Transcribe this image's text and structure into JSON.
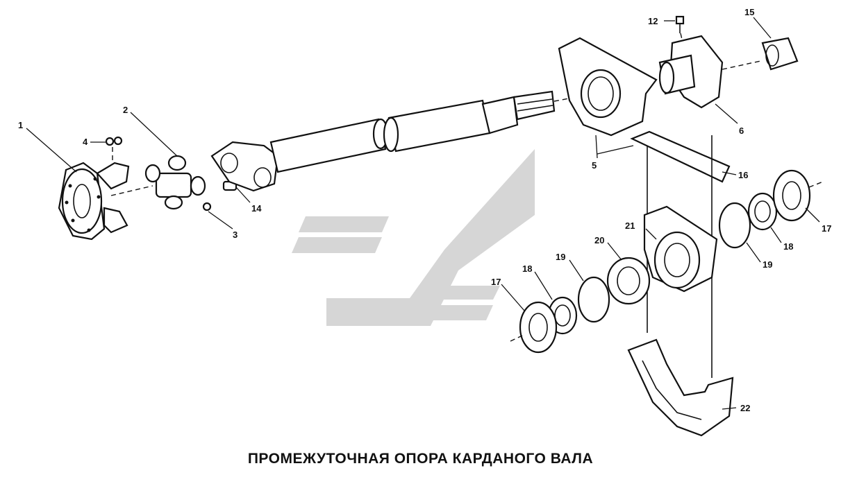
{
  "caption": "ПРОМЕЖУТОЧНАЯ ОПОРА КАРДАНОГО ВАЛА",
  "callouts": {
    "c1": "1",
    "c2": "2",
    "c3": "3",
    "c4": "4",
    "c5": "5",
    "c6": "6",
    "c12": "12",
    "c14": "14",
    "c15": "15",
    "c16": "16",
    "c17a": "17",
    "c17b": "17",
    "c18a": "18",
    "c18b": "18",
    "c19a": "19",
    "c19b": "19",
    "c20": "20",
    "c21": "21",
    "c22": "22"
  },
  "colors": {
    "line": "#111111",
    "watermark": "#d6d6d6",
    "background": "#ffffff"
  }
}
